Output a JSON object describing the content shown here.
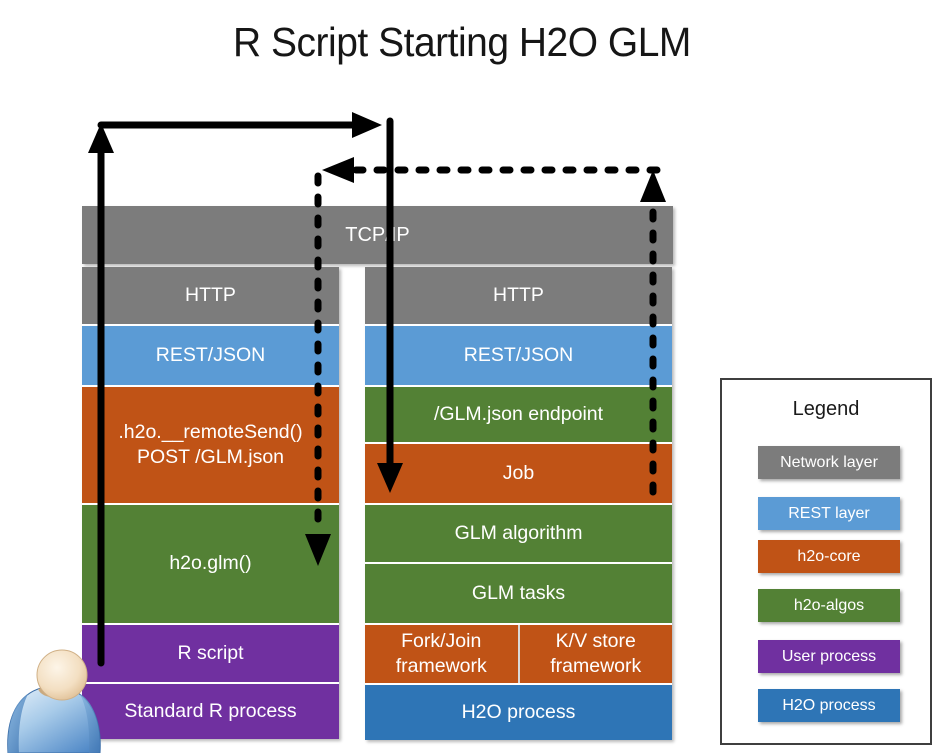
{
  "title": "R Script Starting H2O GLM",
  "colors": {
    "network": "#7C7C7C",
    "rest": "#5B9BD5",
    "h2o_core": "#C05316",
    "h2o_algos": "#538135",
    "user_process": "#7030A0",
    "h2o_process": "#2E75B6"
  },
  "tcp_band": {
    "label": "TCP/IP",
    "color_key": "network"
  },
  "left_stack": {
    "rows": [
      {
        "label": "HTTP",
        "color_key": "network",
        "height": 57
      },
      {
        "label": "REST/JSON",
        "color_key": "rest",
        "height": 59
      },
      {
        "label": ".h2o.__remoteSend()\nPOST /GLM.json",
        "color_key": "h2o_core",
        "height": 116
      },
      {
        "label": "h2o.glm()",
        "color_key": "h2o_algos",
        "height": 118
      },
      {
        "label": "R script",
        "color_key": "user_process",
        "height": 57
      },
      {
        "label": "Standard R process",
        "color_key": "user_process",
        "height": 55
      }
    ]
  },
  "right_stack": {
    "rows": [
      {
        "label": "HTTP",
        "color_key": "network",
        "height": 57
      },
      {
        "label": "REST/JSON",
        "color_key": "rest",
        "height": 59
      },
      {
        "label": "/GLM.json endpoint",
        "color_key": "h2o_algos",
        "height": 55
      },
      {
        "label": "Job",
        "color_key": "h2o_core",
        "height": 59
      },
      {
        "label": "GLM algorithm",
        "color_key": "h2o_algos",
        "height": 57
      },
      {
        "label": "GLM tasks",
        "color_key": "h2o_algos",
        "height": 59
      },
      {
        "cells": [
          "Fork/Join\nframework",
          "K/V store\nframework"
        ],
        "color_key": "h2o_core",
        "height": 58
      },
      {
        "label": "H2O process",
        "color_key": "h2o_process",
        "height": 55
      }
    ]
  },
  "legend": {
    "title": "Legend",
    "items": [
      {
        "label": "Network layer",
        "color_key": "network"
      },
      {
        "label": "REST layer",
        "color_key": "rest"
      },
      {
        "label": "h2o-core",
        "color_key": "h2o_core"
      },
      {
        "label": "h2o-algos",
        "color_key": "h2o_algos"
      },
      {
        "label": "User process",
        "color_key": "user_process"
      },
      {
        "label": "H2O process",
        "color_key": "h2o_process"
      }
    ]
  },
  "icons": {
    "person": "person-icon"
  }
}
